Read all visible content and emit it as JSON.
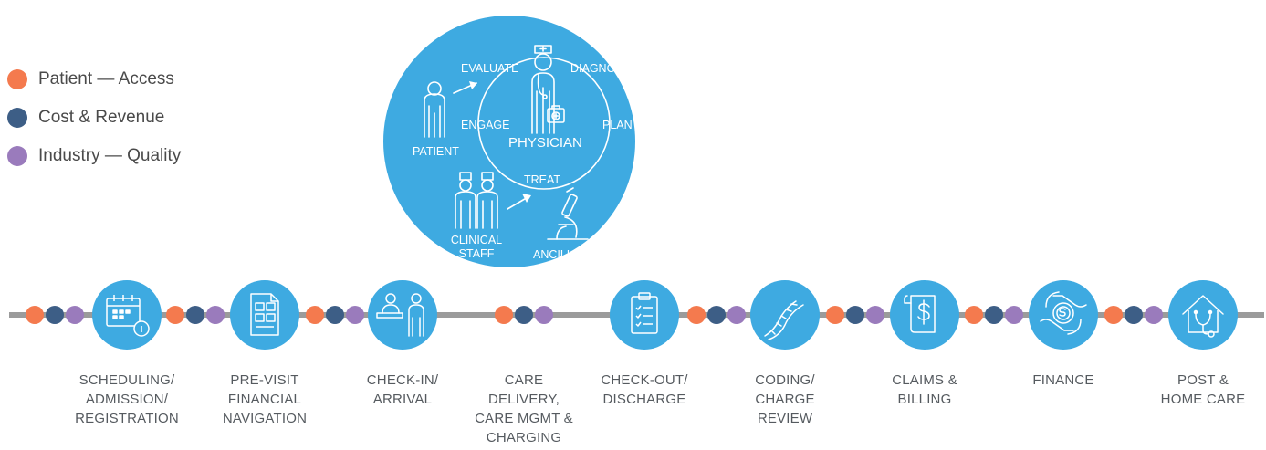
{
  "colors": {
    "primary": "#3eaae1",
    "patient_access": "#f47a4e",
    "cost_revenue": "#3d5e86",
    "industry_quality": "#9a7bbc",
    "timeline": "#9b9b9b",
    "label_text": "#555a5f"
  },
  "legend": [
    {
      "label": "Patient — Access",
      "color": "#f47a4e"
    },
    {
      "label": "Cost & Revenue",
      "color": "#3d5e86"
    },
    {
      "label": "Industry — Quality",
      "color": "#9a7bbc"
    }
  ],
  "care_cycle": {
    "center_label": "PHYSICIAN",
    "steps": {
      "evaluate": "EVALUATE",
      "diagnose": "DIAGNOSE",
      "engage": "ENGAGE",
      "plan": "PLAN",
      "treat": "TREAT"
    },
    "actors": {
      "patient": "PATIENT",
      "clinical_line1": "CLINICAL",
      "clinical_line2": "STAFF",
      "ancillary": "ANCILLARY"
    }
  },
  "stages": [
    {
      "icon": "calendar-icon",
      "lines": [
        "SCHEDULING/",
        "ADMISSION/",
        "REGISTRATION"
      ]
    },
    {
      "icon": "document-grid-icon",
      "lines": [
        "PRE-VISIT",
        "FINANCIAL",
        "NAVIGATION"
      ]
    },
    {
      "icon": "reception-desk-icon",
      "lines": [
        "CHECK-IN/",
        "ARRIVAL"
      ]
    },
    {
      "icon": null,
      "lines": [
        "CARE",
        "DELIVERY,",
        "CARE MGMT &",
        "CHARGING"
      ]
    },
    {
      "icon": "clipboard-checklist-icon",
      "lines": [
        "CHECK-OUT/",
        "DISCHARGE"
      ]
    },
    {
      "icon": "dna-icon",
      "lines": [
        "CODING/",
        "CHARGE",
        "REVIEW"
      ]
    },
    {
      "icon": "dollar-document-icon",
      "lines": [
        "CLAIMS &",
        "BILLING"
      ]
    },
    {
      "icon": "hand-coin-icon",
      "lines": [
        "FINANCE"
      ]
    },
    {
      "icon": "home-stethoscope-icon",
      "lines": [
        "POST &",
        "HOME CARE"
      ]
    }
  ]
}
